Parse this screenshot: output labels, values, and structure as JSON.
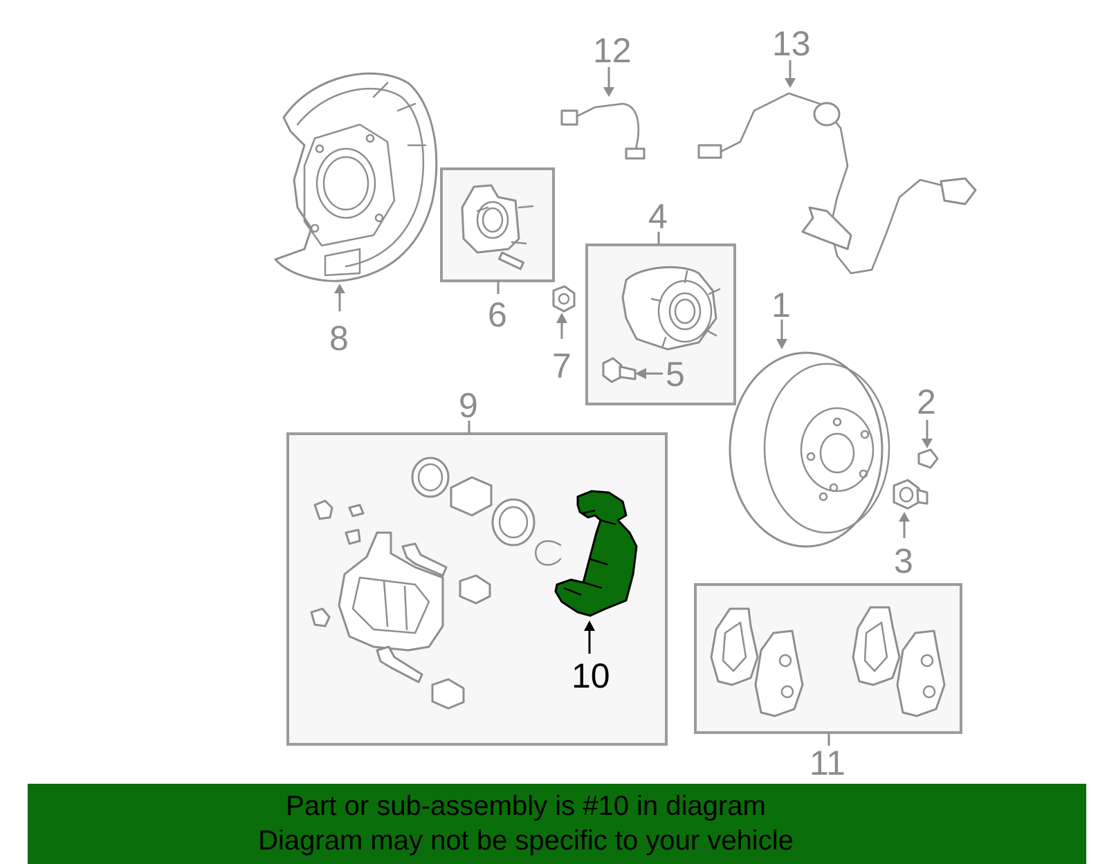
{
  "callouts": {
    "c1": "1",
    "c2": "2",
    "c3": "3",
    "c4": "4",
    "c5": "5",
    "c6": "6",
    "c7": "7",
    "c8": "8",
    "c9": "9",
    "c10": "10",
    "c11": "11",
    "c12": "12",
    "c13": "13"
  },
  "highlight": {
    "part": "10",
    "color": "#0a6e0a"
  },
  "banner": {
    "line1": "Part or sub-assembly is #10 in diagram",
    "line2": "Diagram may not be specific to your vehicle",
    "background": "#0a6e0a"
  }
}
